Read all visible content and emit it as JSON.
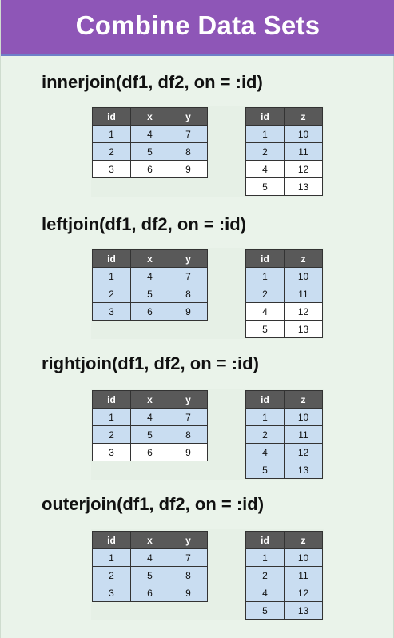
{
  "title": "Combine Data Sets",
  "columns": {
    "df1": [
      "id",
      "x",
      "y"
    ],
    "df2": [
      "id",
      "z"
    ]
  },
  "df1_rows": [
    [
      "1",
      "4",
      "7"
    ],
    [
      "2",
      "5",
      "8"
    ],
    [
      "3",
      "6",
      "9"
    ]
  ],
  "df2_rows": [
    [
      "1",
      "10"
    ],
    [
      "2",
      "11"
    ],
    [
      "4",
      "12"
    ],
    [
      "5",
      "13"
    ]
  ],
  "sections": [
    {
      "label": "innerjoin(df1, df2, on = :id)",
      "df1_highlight": [
        true,
        true,
        false
      ],
      "df2_highlight": [
        true,
        true,
        false,
        false
      ]
    },
    {
      "label": "leftjoin(df1, df2, on = :id)",
      "df1_highlight": [
        true,
        true,
        true
      ],
      "df2_highlight": [
        true,
        true,
        false,
        false
      ]
    },
    {
      "label": "rightjoin(df1, df2, on = :id)",
      "df1_highlight": [
        true,
        true,
        false
      ],
      "df2_highlight": [
        true,
        true,
        true,
        true
      ]
    },
    {
      "label": "outerjoin(df1, df2, on = :id)",
      "df1_highlight": [
        true,
        true,
        true
      ],
      "df2_highlight": [
        true,
        true,
        true,
        true
      ]
    }
  ],
  "colors": {
    "header": "#8e56b7",
    "background": "#eaf3ea",
    "highlight": "#c9ddf1",
    "table_header": "#595959"
  }
}
